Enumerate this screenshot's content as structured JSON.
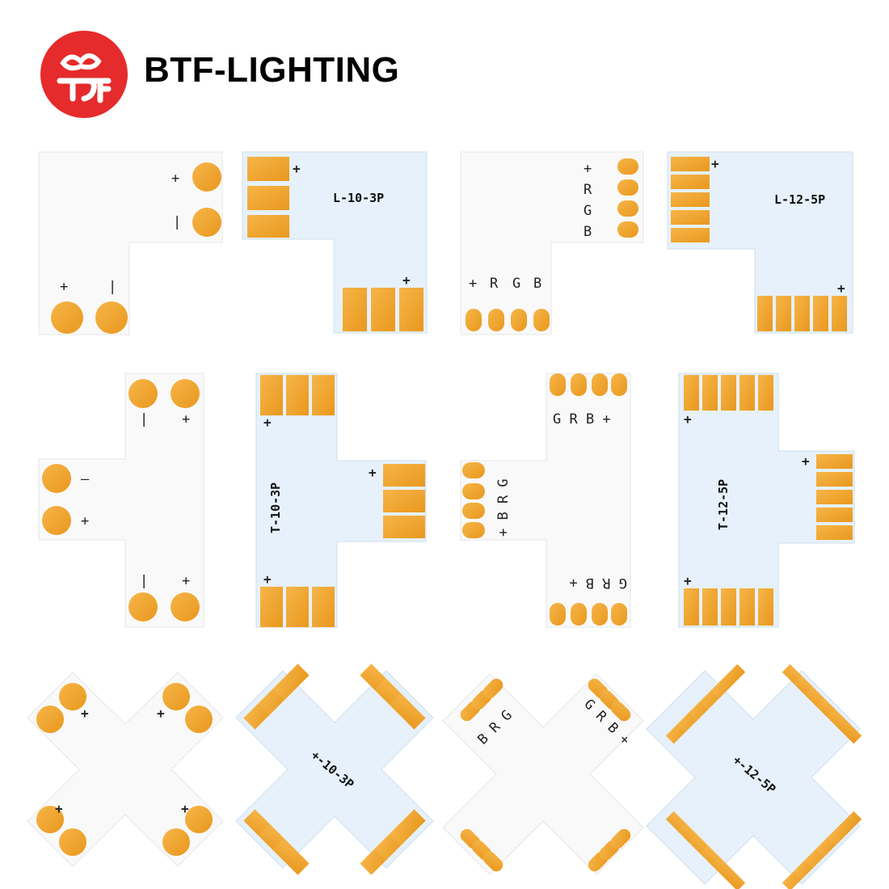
{
  "brand": {
    "name": "BTF-LIGHTING",
    "logo_mark": "BTF",
    "logo_color": "#e52b2b"
  },
  "colors": {
    "pad": "#f2a731",
    "pad_edge": "#d88a14",
    "white_board": "#fbfbfb",
    "blue_board": "#e6f1fb"
  },
  "labels": {
    "plus": "+",
    "minus": "|",
    "minus_dash": "—",
    "l10": "L-10-3P",
    "l12": "L-12-5P",
    "t10": "T-10-3P",
    "t12": "T-12-5P",
    "x10": "+-10-3P",
    "x12": "+-12-5P",
    "r": "R",
    "g": "G",
    "b": "B",
    "grb": "G R B +",
    "brg": "B R G",
    "brg_plus": "+ B R G"
  }
}
